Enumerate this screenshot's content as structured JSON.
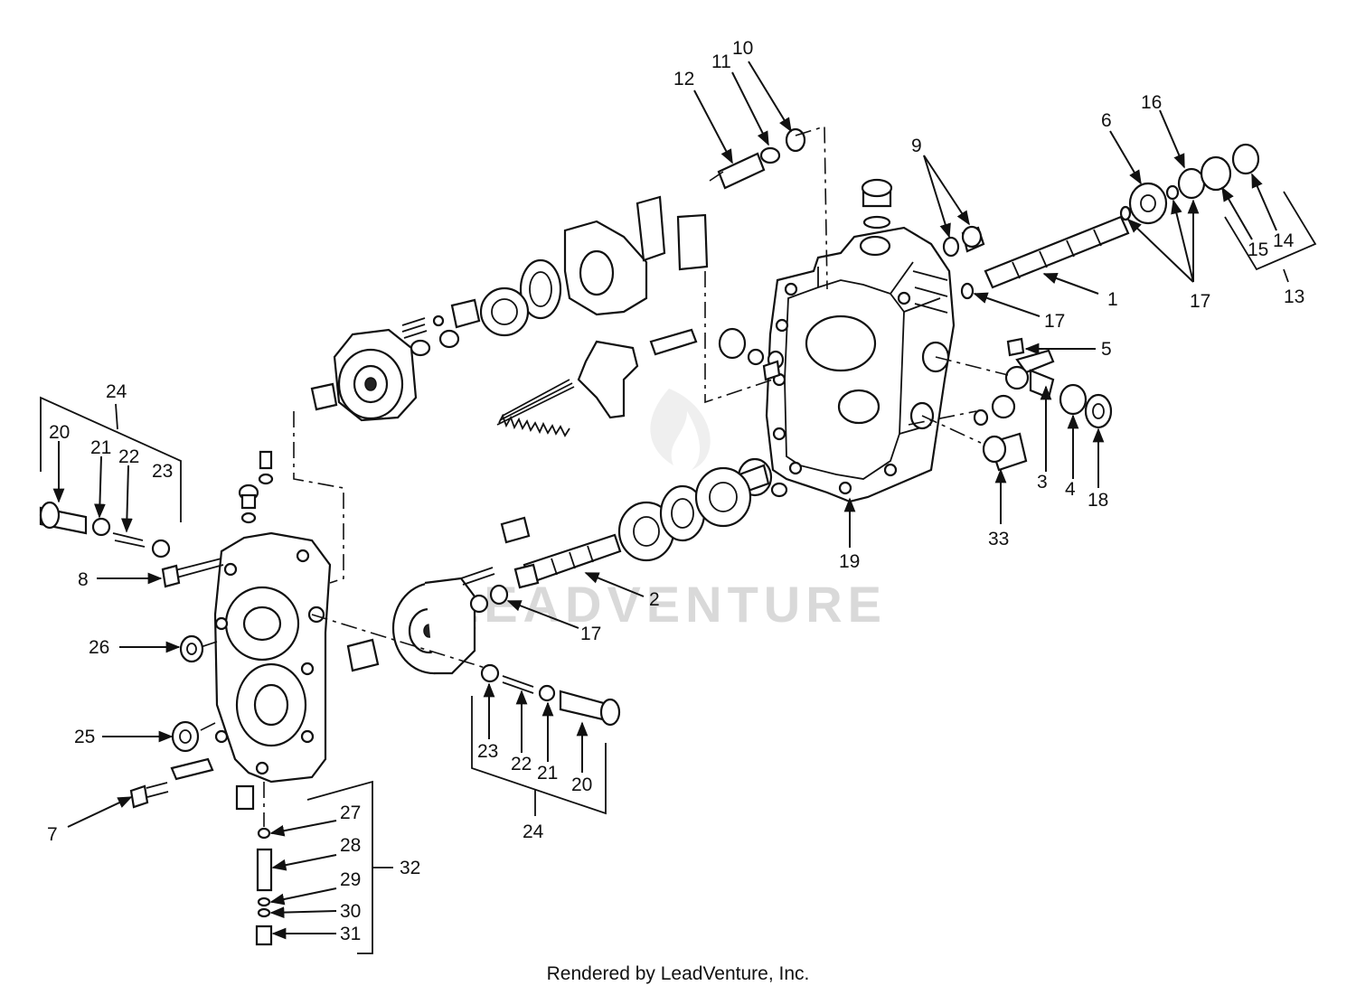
{
  "watermark": "LEADVENTURE",
  "footer": "Rendered by LeadVenture, Inc.",
  "labels": {
    "l1": "1",
    "l2": "2",
    "l3": "3",
    "l4": "4",
    "l5": "5",
    "l6": "6",
    "l7": "7",
    "l8": "8",
    "l9": "9",
    "l10": "10",
    "l11": "11",
    "l12": "12",
    "l13": "13",
    "l14": "14",
    "l15": "15",
    "l16": "16",
    "l17a": "17",
    "l17b": "17",
    "l17c": "17",
    "l18": "18",
    "l19": "19",
    "l20a": "20",
    "l20b": "20",
    "l21a": "21",
    "l21b": "21",
    "l22a": "22",
    "l22b": "22",
    "l23a": "23",
    "l23b": "23",
    "l24a": "24",
    "l24b": "24",
    "l25": "25",
    "l26": "26",
    "l27": "27",
    "l28": "28",
    "l29": "29",
    "l30": "30",
    "l31": "31",
    "l32": "32",
    "l33": "33"
  }
}
